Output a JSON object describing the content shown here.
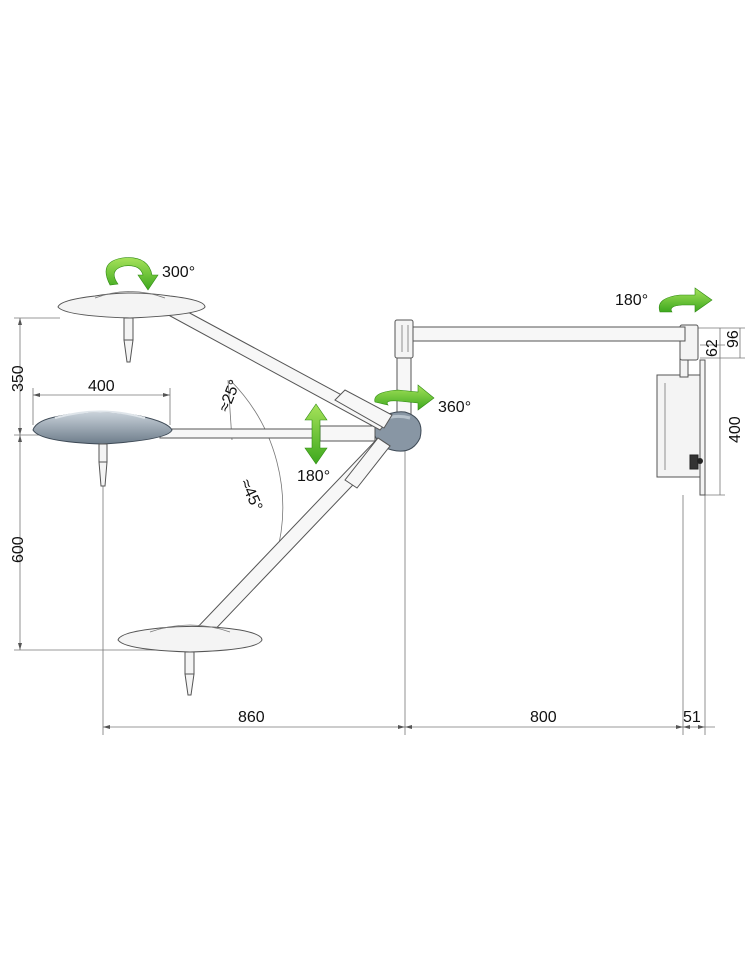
{
  "dimensions": {
    "d350": "350",
    "d400_top": "400",
    "d600": "600",
    "d860": "860",
    "d800": "800",
    "d51": "51",
    "d62": "62",
    "d96": "96",
    "d400_right": "400"
  },
  "angles": {
    "a25": "≈25°",
    "a45": "≈45°"
  },
  "rotations": {
    "r300": "300°",
    "r180_wall": "180°",
    "r360": "360°",
    "r180_vert": "180°"
  },
  "colors": {
    "arrow_green": "#5fc42c",
    "lamp_dark": "#7f8e9c"
  }
}
